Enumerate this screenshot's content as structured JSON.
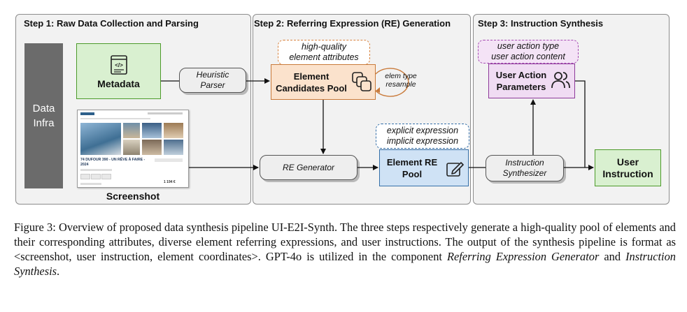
{
  "steps": {
    "step1": "Step 1: Raw Data Collection and Parsing",
    "step2": "Step 2: Referring Expression (RE) Generation",
    "step3": "Step 3: Instruction Synthesis"
  },
  "nodes": {
    "data_infra": "Data Infra",
    "metadata": "Metadata",
    "screenshot": "Screenshot",
    "heuristic_parser": "Heuristic Parser",
    "element_candidates_pool": "Element Candidates Pool",
    "re_generator": "RE Generator",
    "element_re_pool": "Element RE Pool",
    "instruction_synthesizer": "Instruction Synthesizer",
    "user_action_parameters": "User Action Parameters",
    "user_instruction": "User Instruction"
  },
  "notes": {
    "attributes": [
      "high-quality",
      "element attributes"
    ],
    "resample": [
      "elem type",
      "resample"
    ],
    "expressions": [
      "explicit expression",
      "implicit expression"
    ],
    "actions": [
      "user action type",
      "user action content"
    ]
  },
  "screenshot_thumb": {
    "headline": "74 DUFOUR 390 - UN RÊVE À FAIRE - 2024",
    "price": "1 194 €"
  },
  "caption": {
    "part1": "Figure 3: Overview of proposed data synthesis pipeline UI-E2I-Synth. The three steps respectively generate a high-quality pool of elements and their corresponding attributes, diverse element referring expressions, and user instructions. The output of the synthesis pipeline is format as <screenshot, user instruction, element coordinates>. GPT-4o is utilized in the component ",
    "italic1": "Referring Expression Generator",
    "part2": " and ",
    "italic2": "Instruction Synthesis",
    "part3": "."
  },
  "colors": {
    "green_fill": "#d9f0d0",
    "green_border": "#4c9a2a",
    "orange_fill": "#fbe2cc",
    "orange_border": "#c97a3a",
    "blue_fill": "#cfe2f5",
    "blue_border": "#356fa8",
    "purple_fill": "#f0dcf3",
    "purple_border": "#8e3a9a",
    "gray_infra": "#6b6b6b"
  },
  "icons": [
    "code-document-icon",
    "copy-stack-icon",
    "edit-pencil-icon",
    "users-icon",
    "circular-arrow-icon"
  ]
}
